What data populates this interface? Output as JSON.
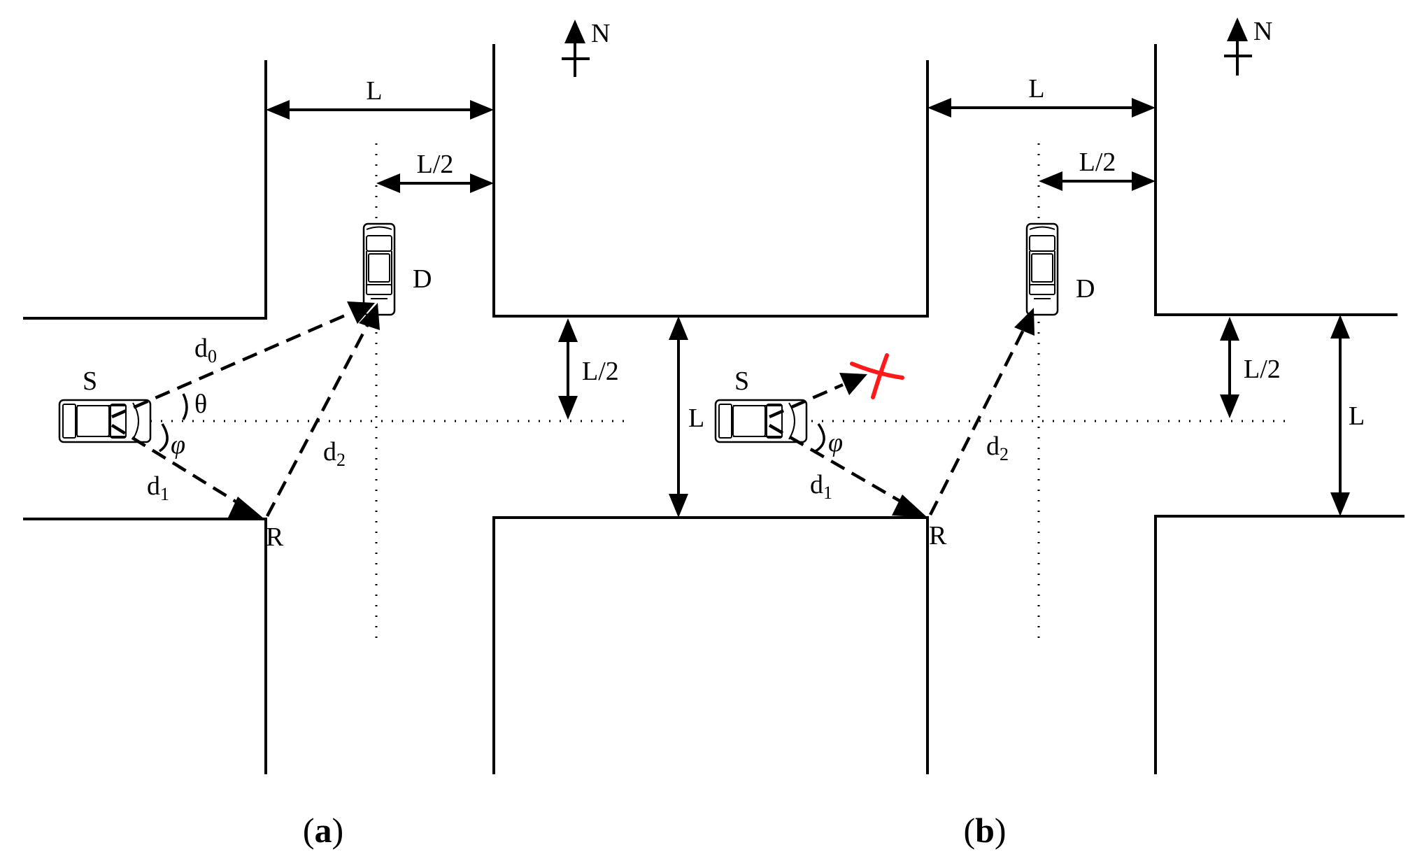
{
  "labels": {
    "north": "N",
    "width": "L",
    "half_width": "L/2",
    "source": "S",
    "destination": "D",
    "relay": "R",
    "d0": "d",
    "d0_sub": "0",
    "d1": "d",
    "d1_sub": "1",
    "d2": "d",
    "d2_sub": "2",
    "theta": "θ",
    "phi": "φ"
  },
  "panels": [
    {
      "id": "a",
      "open": "(",
      "letter": "a",
      "close": ")"
    },
    {
      "id": "b",
      "open": "(",
      "letter": "b",
      "close": ")"
    }
  ],
  "colors": {
    "lines": "#000000",
    "blocked_mark": "#ff1a1a"
  }
}
